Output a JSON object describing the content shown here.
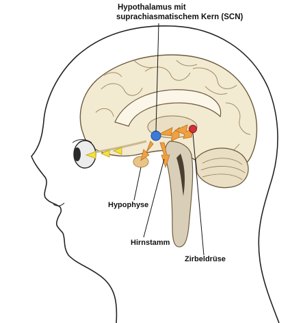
{
  "labels": {
    "hypothalamus_line1": "Hypothalamus mit",
    "hypothalamus_line2": "suprachiasmatischem Kern (SCN)",
    "hypophyse": "Hypophyse",
    "hirnstamm": "Hirnstamm",
    "zirbeldruese": "Zirbeldrüse"
  },
  "colors": {
    "outline": "#222222",
    "brain_fill": "#f3ead2",
    "brain_stroke": "#6b5a3c",
    "pathway": "#f0a042",
    "light_ray": "#f4e23a",
    "scn_dot": "#3b7bd8",
    "pineal_dot": "#d2303a",
    "pituitary": "#e9c489",
    "eye_fill": "#ececec",
    "spinal": "#d9cfb8"
  },
  "icons": {
    "eye": "eye-icon",
    "brain": "brain-illustration",
    "head": "head-profile-outline"
  }
}
